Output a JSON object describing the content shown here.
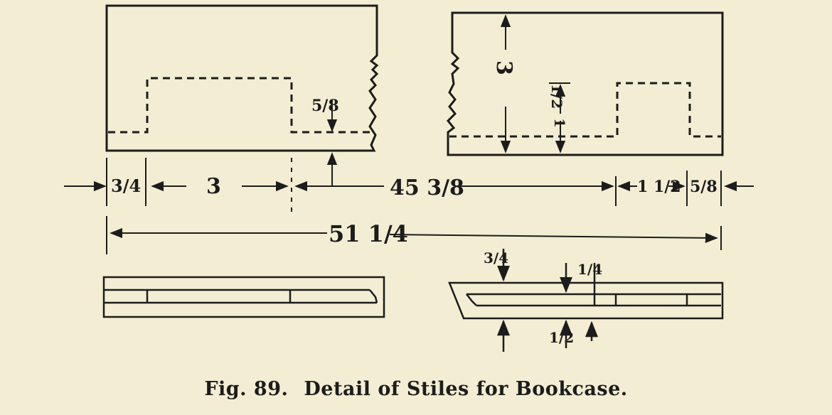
{
  "figure": {
    "number": "Fig. 89.",
    "title": "Detail of Stiles for Bookcase."
  },
  "dimensions": {
    "upper_left_notch_depth": "5/8",
    "upper_right_height": "3",
    "upper_right_notch": "1/2",
    "upper_right_small": "1",
    "left_margin": "3/4",
    "span_3": "3",
    "span_45": "45 3/8",
    "span_1half": "1 1/2",
    "right_margin": "5/8",
    "overall": "51 1/4",
    "lower_3_4": "3/4",
    "lower_1_4": "1/4",
    "lower_1_2": "1/2"
  }
}
